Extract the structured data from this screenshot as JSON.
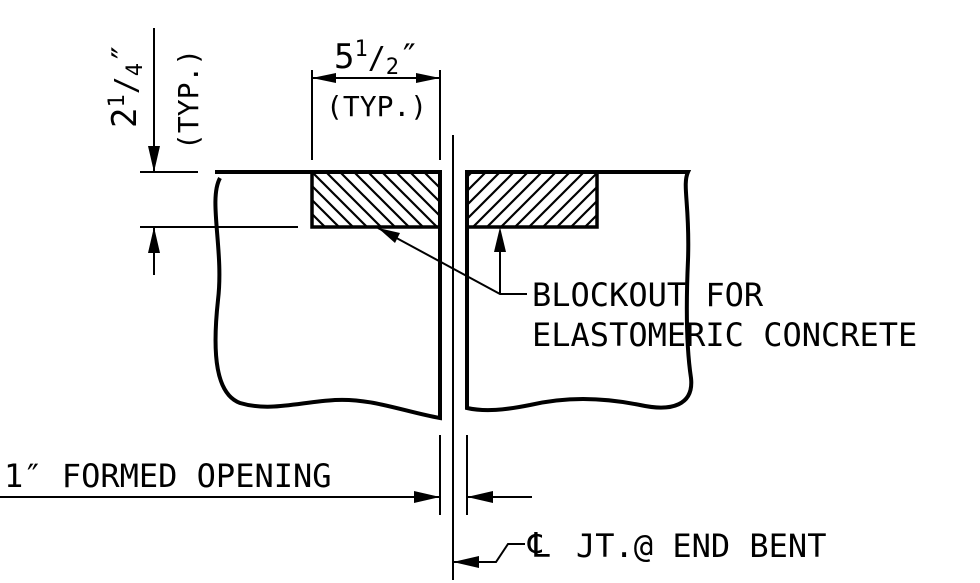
{
  "labels": {
    "depth_whole": "2",
    "depth_num": "1",
    "depth_den": "4",
    "depth_typ": "(TYP.)",
    "width_whole": "5",
    "width_num": "1",
    "width_den": "2",
    "width_typ": "(TYP.)",
    "blockout_line1": "BLOCKOUT FOR",
    "blockout_line2": "ELASTOMERIC CONCRETE",
    "opening": "1″ FORMED OPENING",
    "centerline_symbol": "℄",
    "centerline_text": "JT.@ END BENT"
  },
  "colors": {
    "line": "#000000",
    "background": "#ffffff"
  }
}
